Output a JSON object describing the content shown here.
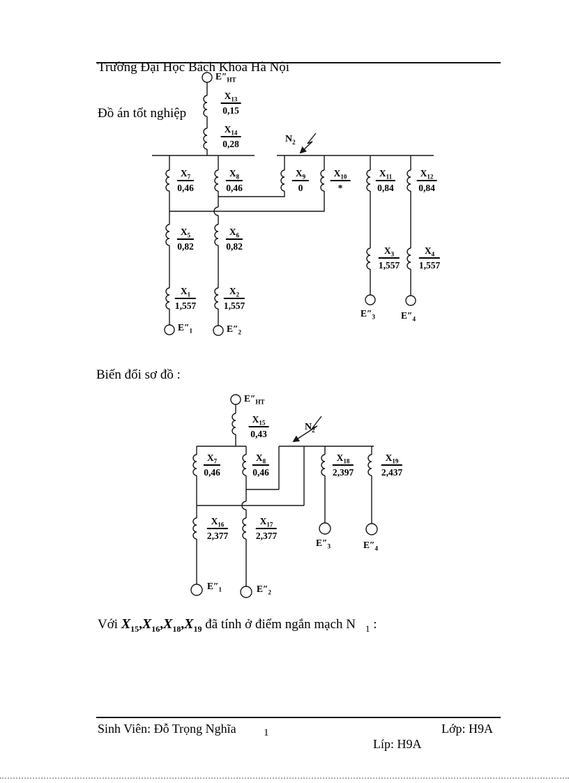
{
  "header": {
    "line1": "Trường Đại Học Bách Khoa Hà Nội",
    "line2": "Đồ án tốt nghiệp"
  },
  "section": {
    "heading": "Biến đổi sơ đồ :"
  },
  "diagram1": {
    "source": {
      "name": "E″",
      "sub": "HT"
    },
    "fault": {
      "name": "N",
      "sub": "2"
    },
    "x13": {
      "name": "X",
      "sub": "13",
      "val": "0,15"
    },
    "x14": {
      "name": "X",
      "sub": "14",
      "val": "0,28"
    },
    "x7": {
      "name": "X",
      "sub": "7",
      "val": "0,46"
    },
    "x8": {
      "name": "X",
      "sub": "8",
      "val": "0,46"
    },
    "x9": {
      "name": "X",
      "sub": "9",
      "val": "0"
    },
    "x10": {
      "name": "X",
      "sub": "10",
      "val": "*"
    },
    "x11": {
      "name": "X",
      "sub": "11",
      "val": "0,84"
    },
    "x12": {
      "name": "X",
      "sub": "12",
      "val": "0,84"
    },
    "x5": {
      "name": "X",
      "sub": "5",
      "val": "0,82"
    },
    "x6": {
      "name": "X",
      "sub": "6",
      "val": "0,82"
    },
    "x1": {
      "name": "X",
      "sub": "1",
      "val": "1,557"
    },
    "x2": {
      "name": "X",
      "sub": "2",
      "val": "1,557"
    },
    "x3": {
      "name": "X",
      "sub": "3",
      "val": "1,557"
    },
    "x4": {
      "name": "X",
      "sub": "4",
      "val": "1,557"
    },
    "e1": {
      "name": "E″",
      "sub": "1"
    },
    "e2": {
      "name": "E″",
      "sub": "2"
    },
    "e3": {
      "name": "E″",
      "sub": "3"
    },
    "e4": {
      "name": "E″",
      "sub": "4"
    }
  },
  "diagram2": {
    "source": {
      "name": "E″",
      "sub": "HT"
    },
    "fault": {
      "name": "N",
      "sub": "2"
    },
    "x15": {
      "name": "X",
      "sub": "15",
      "val": "0,43"
    },
    "x7": {
      "name": "X",
      "sub": "7",
      "val": "0,46"
    },
    "x8": {
      "name": "X",
      "sub": "8",
      "val": "0,46"
    },
    "x18": {
      "name": "X",
      "sub": "18",
      "val": "2,397"
    },
    "x19": {
      "name": "X",
      "sub": "19",
      "val": "2,437"
    },
    "x16": {
      "name": "X",
      "sub": "16",
      "val": "2,377"
    },
    "x17": {
      "name": "X",
      "sub": "17",
      "val": "2,377"
    },
    "e1": {
      "name": "E″",
      "sub": "1"
    },
    "e2": {
      "name": "E″",
      "sub": "2"
    },
    "e3": {
      "name": "E″",
      "sub": "3"
    },
    "e4": {
      "name": "E″",
      "sub": "4"
    }
  },
  "note": {
    "prefix": "Với  ",
    "symbols": [
      {
        "sym": "X",
        "sub": "15",
        "sep": ","
      },
      {
        "sym": "X",
        "sub": "16",
        "sep": ","
      },
      {
        "sym": "X",
        "sub": "18",
        "sep": ","
      },
      {
        "sym": "X",
        "sub": "19",
        "sep": ""
      }
    ],
    "suffix": " đã tính ở điểm ngắn mạch N",
    "n_sub": "1",
    "tail": " :"
  },
  "footer": {
    "student": "Sinh Viên: Đỗ Trọng Nghĩa",
    "page": "1",
    "class_right": "Lớp: H9A",
    "class_center": "Líp: H9A"
  }
}
